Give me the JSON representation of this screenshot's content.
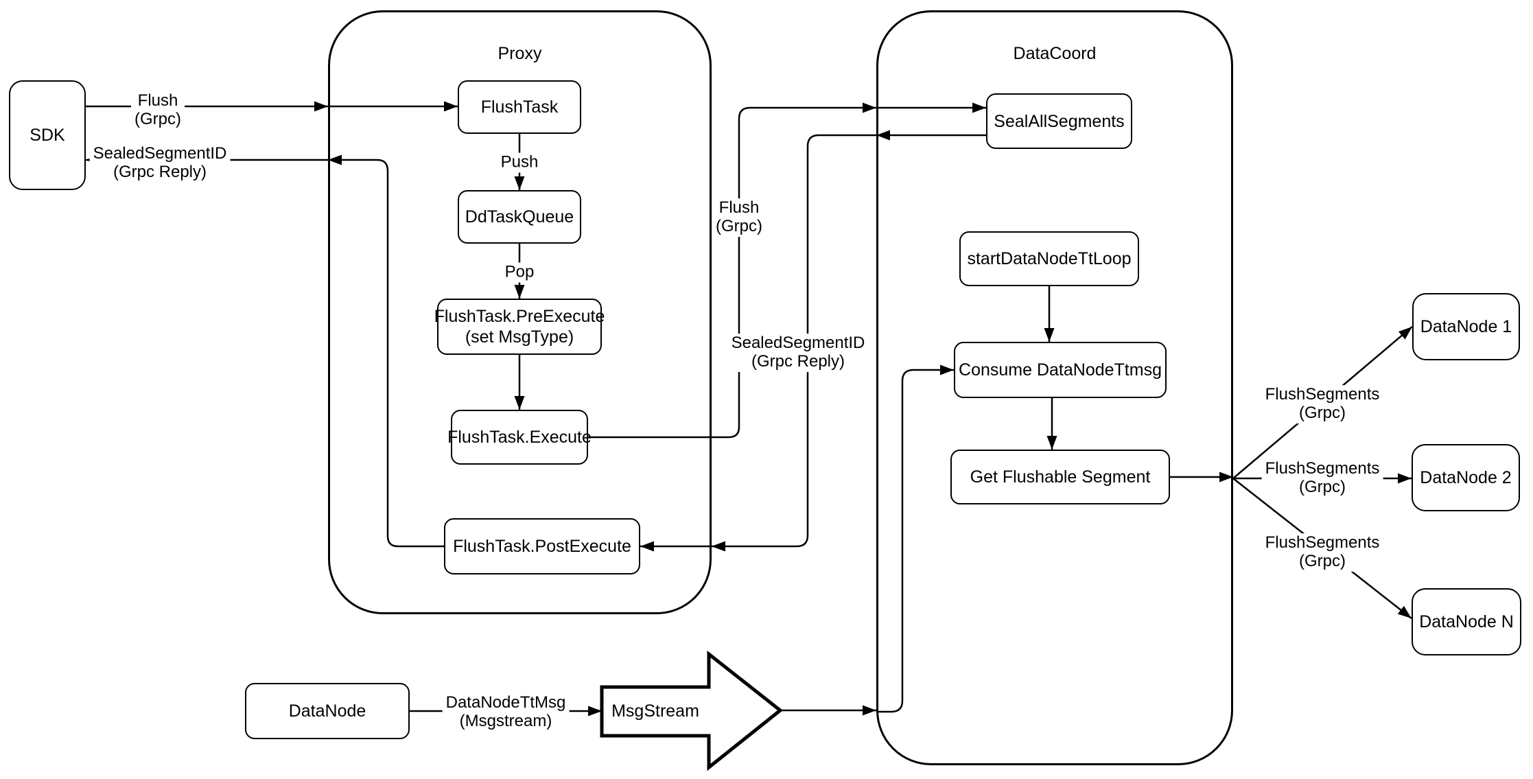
{
  "containers": {
    "proxy": "Proxy",
    "datacoord": "DataCoord"
  },
  "nodes": {
    "sdk": "SDK",
    "flush_task": "FlushTask",
    "dd_task_queue": "DdTaskQueue",
    "pre_execute_line1": "FlushTask.PreExecute",
    "pre_execute_line2": "(set MsgType)",
    "execute": "FlushTask.Execute",
    "post_execute": "FlushTask.PostExecute",
    "seal_all_segments": "SealAllSegments",
    "start_datanode_tt_loop": "startDataNodeTtLoop",
    "consume_datanode_ttmsg": "Consume DataNodeTtmsg",
    "get_flushable_segment": "Get Flushable Segment",
    "datanode_1": "DataNode 1",
    "datanode_2": "DataNode 2",
    "datanode_n": "DataNode N",
    "datanode_bottom": "DataNode",
    "msgstream": "MsgStream"
  },
  "edge_labels": {
    "sdk_flush_line1": "Flush",
    "sdk_flush_line2": "(Grpc)",
    "sdk_reply_line1": "SealedSegmentID",
    "sdk_reply_line2": "(Grpc Reply)",
    "push": "Push",
    "pop": "Pop",
    "coord_flush_line1": "Flush",
    "coord_flush_line2": "(Grpc)",
    "coord_reply_line1": "SealedSegmentID",
    "coord_reply_line2": "(Grpc Reply)",
    "flush_segments_1_line1": "FlushSegments",
    "flush_segments_1_line2": "(Grpc)",
    "flush_segments_2_line1": "FlushSegments",
    "flush_segments_2_line2": "(Grpc)",
    "flush_segments_3_line1": "FlushSegments",
    "flush_segments_3_line2": "(Grpc)",
    "datanode_ttmsg_line1": "DataNodeTtMsg",
    "datanode_ttmsg_line2": "(Msgstream)"
  },
  "colors": {
    "stroke": "#000000",
    "fill": "#ffffff"
  }
}
